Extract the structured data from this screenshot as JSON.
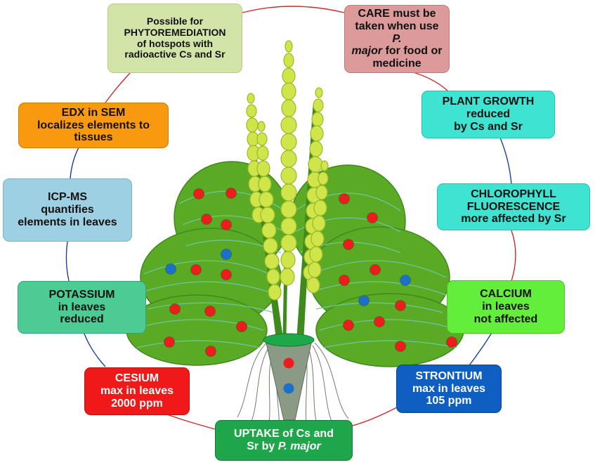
{
  "boxes": {
    "phyto": {
      "lines": [
        "Possible for",
        "PHYTOREMEDIATION",
        "of hotspots with",
        "radioactive Cs and Sr"
      ],
      "color": "#d3e4a8"
    },
    "care": {
      "line1": "CARE must be",
      "line2": "taken when use ",
      "line2_italic": "P.",
      "line3_italic": "major",
      "line3": " for food or",
      "line4": "medicine",
      "color": "#dc9a9a"
    },
    "growth": {
      "lines": [
        "PLANT GROWTH",
        "reduced",
        "by Cs and Sr"
      ],
      "color": "#3ee3d2"
    },
    "chloro": {
      "lines": [
        "CHLOROPHYLL",
        "FLUORESCENCE",
        "more affected by Sr"
      ],
      "color": "#3ee3d2"
    },
    "calcium": {
      "lines": [
        "CALCIUM",
        "in leaves",
        "not affected"
      ],
      "color": "#62ee3a"
    },
    "strontium": {
      "lines": [
        "STRONTIUM",
        "max in leaves",
        "105 ppm"
      ],
      "color": "#0f5fc2"
    },
    "uptake": {
      "line1": "UPTAKE of Cs and",
      "line2": "Sr by ",
      "line2_italic": "P. major",
      "color": "#1fa64a"
    },
    "cesium": {
      "lines": [
        "CESIUM",
        "max in leaves",
        "2000 ppm"
      ],
      "color": "#f01818"
    },
    "potassium": {
      "lines": [
        "POTASSIUM",
        "in leaves",
        "reduced"
      ],
      "color": "#4dcb94"
    },
    "icpms": {
      "lines": [
        "ICP-MS",
        "quantifies",
        "elements in leaves"
      ],
      "color": "#9dd0e3"
    },
    "edx": {
      "lines": [
        "EDX in SEM",
        "localizes elements to",
        "tissues"
      ],
      "color": "#f8990f"
    }
  },
  "colors": {
    "leaf": "#5aaa26",
    "leaf_dark": "#3f8a1c",
    "vein": "#6ec7a0",
    "spike": "#cfe54a",
    "spike_dark": "#9cb828",
    "cs_dot": "#ee1c1c",
    "sr_dot": "#1d6fcc",
    "pot": "#8a9a84",
    "pot_rim": "#1ea84a",
    "ring_red": "#cc2b2b",
    "ring_blue": "#1f3f9a"
  }
}
